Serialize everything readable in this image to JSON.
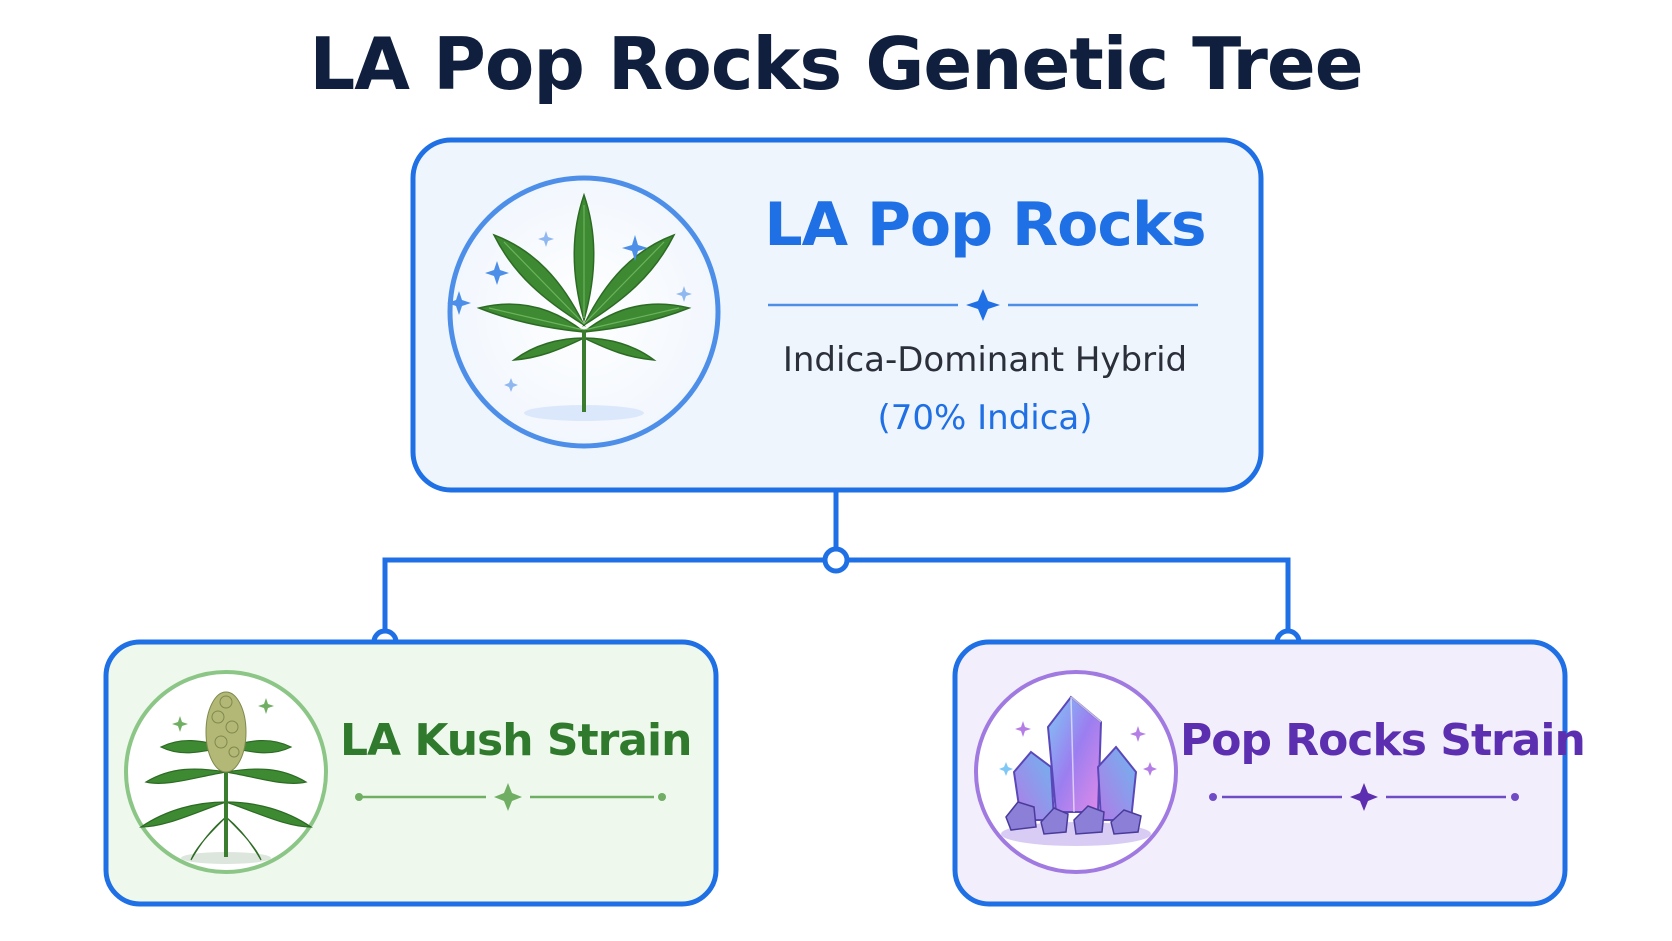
{
  "title": "LA Pop Rocks Genetic Tree",
  "colors": {
    "title": "#0f1f3d",
    "connector": "#1f6fe5",
    "root_accent": "#1f6fe5",
    "root_fill": "#eef5fd",
    "kush_accent": "#2f7a2c",
    "kush_fill": "#eef8ec",
    "pop_accent": "#5b2fb0",
    "pop_fill": "#f3eefc",
    "body_text": "#2b2f3a"
  },
  "root": {
    "name": "LA Pop Rocks",
    "type": "Indica-Dominant Hybrid",
    "indica_pct": "(70% Indica)",
    "icon": "cannabis-leaf-icon"
  },
  "parents": [
    {
      "name": "LA Kush Strain",
      "icon": "cannabis-plant-icon"
    },
    {
      "name": "Pop Rocks Strain",
      "icon": "crystal-cluster-icon"
    }
  ]
}
